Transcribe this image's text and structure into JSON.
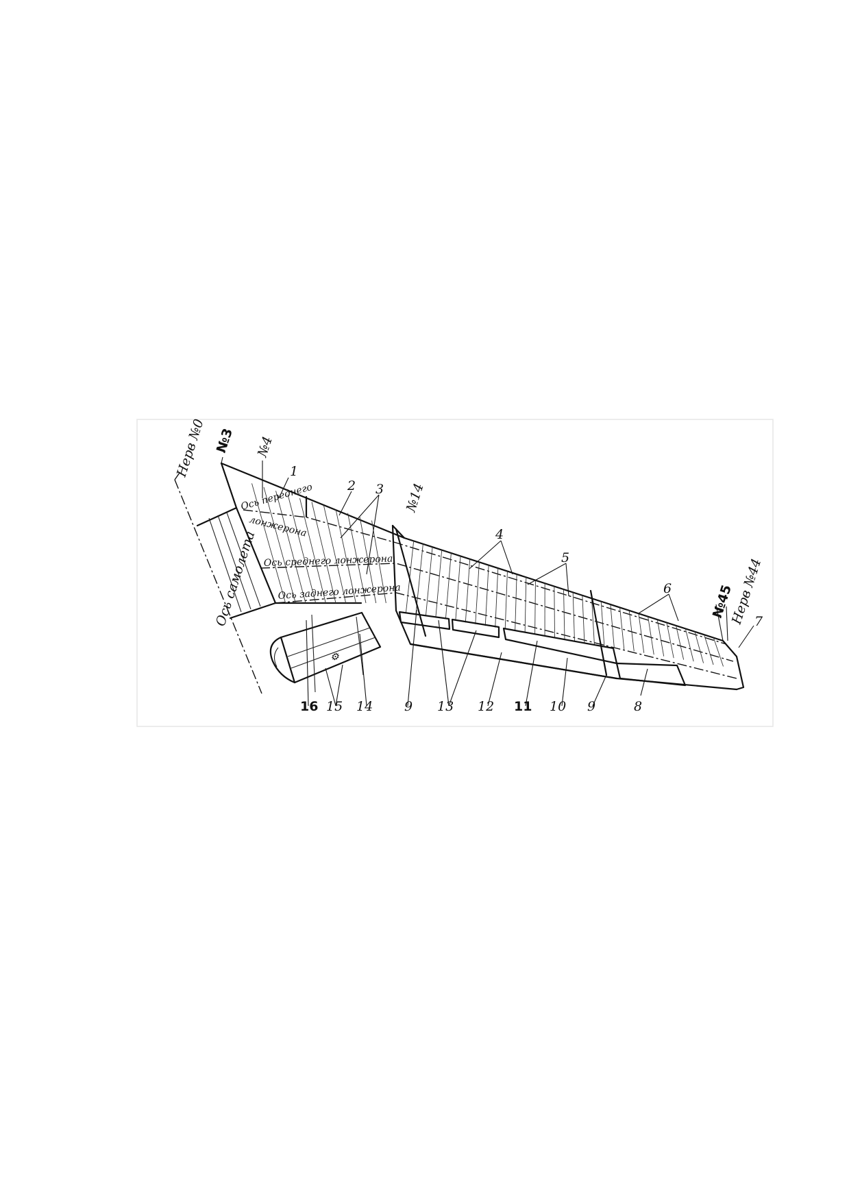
{
  "diagram": {
    "station_labels": {
      "rib_0": "Нерв №0",
      "rib_3": "№3",
      "rib_4": "№4",
      "rib_14": "№14",
      "rib_45": "№45",
      "rib_44": "Нерв №44"
    },
    "axis_labels": {
      "fuselage": "Ось самолета",
      "front_spar_1": "Ось переднего",
      "front_spar_2": "лонжерона",
      "middle_spar": "Ось среднего лонжерона",
      "rear_spar": "Ось заднего лонжерона"
    },
    "callouts": [
      "1",
      "2",
      "3",
      "4",
      "5",
      "6",
      "7",
      "8",
      "9",
      "9",
      "10",
      "11",
      "12",
      "13",
      "14",
      "15",
      "16"
    ],
    "colors": {
      "line": "#111111",
      "background": "#ffffff",
      "frame": "#e6e6e6"
    }
  }
}
